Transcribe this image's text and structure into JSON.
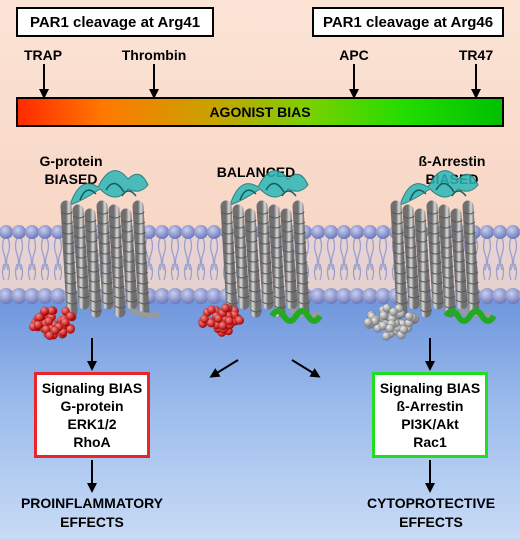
{
  "header": {
    "left_box": "PAR1 cleavage at Arg41",
    "right_box": "PAR1 cleavage at Arg46"
  },
  "agonists": [
    "TRAP",
    "Thrombin",
    "APC",
    "TR47"
  ],
  "bias_bar": {
    "label": "AGONIST BIAS",
    "color_start": "#ff2a00",
    "color_end": "#00c000"
  },
  "states": {
    "left_line1": "G-protein",
    "left_line2": "BIASED",
    "middle": "BALANCED",
    "right_line1": "ß-Arrestin",
    "right_line2": "BIASED"
  },
  "signaling": {
    "left": {
      "lines": [
        "Signaling BIAS",
        "G-protein",
        "ERK1/2",
        "RhoA"
      ],
      "border_color": "#e8262a"
    },
    "right": {
      "lines": [
        "Signaling BIAS",
        "ß-Arrestin",
        "PI3K/Akt",
        "Rac1"
      ],
      "border_color": "#22dd22"
    }
  },
  "effects": {
    "left_line1": "PROINFLAMMATORY",
    "left_line2": "EFFECTS",
    "right_line1": "CYTOPROTECTIVE",
    "right_line2": "EFFECTS"
  },
  "colors": {
    "membrane_head": "#8c96cc",
    "helix": "#9a9a9a",
    "loop": "#2bb8b8",
    "g_protein": "#dd1111",
    "arrestin_grey": "#b0b0b0",
    "arrestin_green": "#22aa22"
  }
}
